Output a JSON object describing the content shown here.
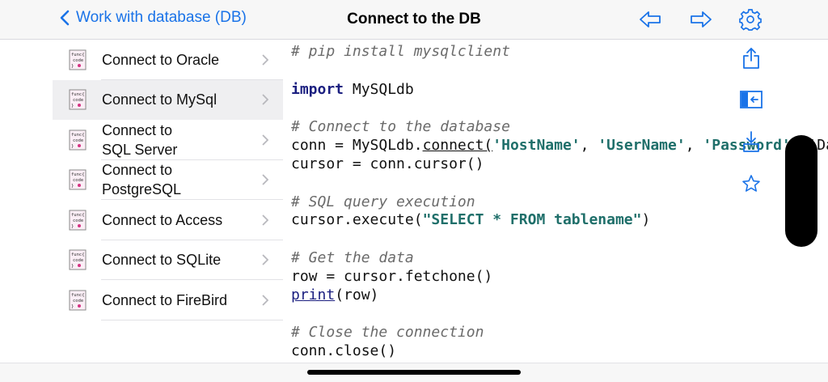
{
  "colors": {
    "accent": "#1a73e8",
    "keyword": "#1b1f80",
    "string": "#1f6f6a",
    "comment": "#6b6b6b",
    "selected_bg": "#efeff1"
  },
  "navbar": {
    "back_label": "Work with database (DB)",
    "title": "Connect to the DB",
    "icons": [
      "arrow-left-icon",
      "arrow-right-icon",
      "gear-icon"
    ]
  },
  "sidebar": {
    "items": [
      {
        "label": "Connect to Oracle",
        "icon_text": [
          "func{",
          "code",
          "}"
        ],
        "selected": false
      },
      {
        "label": "Connect to MySql",
        "icon_text": [
          "func{",
          "code",
          "}"
        ],
        "selected": true
      },
      {
        "label": "Connect to\nSQL Server",
        "icon_text": [
          "func{",
          "code",
          "}"
        ],
        "selected": false
      },
      {
        "label": "Connect to\nPostgreSQL",
        "icon_text": [
          "func{",
          "code",
          "}"
        ],
        "selected": false
      },
      {
        "label": "Connect to Access",
        "icon_text": [
          "func{",
          "code",
          "}"
        ],
        "selected": false
      },
      {
        "label": "Connect to SQLite",
        "icon_text": [
          "func{",
          "code",
          "}"
        ],
        "selected": false
      },
      {
        "label": "Connect to FireBird",
        "icon_text": [
          "func{",
          "code",
          "}"
        ],
        "selected": false
      }
    ]
  },
  "code": {
    "line1": "# pip install mysqlclient",
    "line2_kw": "import",
    "line2_rest": " MySQLdb",
    "line3": "# Connect to the database",
    "line4_a": "conn = MySQLdb.",
    "line4_fn": "connect(",
    "line4_s1": "'HostName'",
    "line4_sep1": ", ",
    "line4_s2": "'UserName'",
    "line4_sep2": ", ",
    "line4_s3": "'Password'",
    "line4_tail": ", 'Da",
    "line5": "cursor = conn.cursor()",
    "line6": "# SQL query execution",
    "line7_a": "cursor.execute(",
    "line7_s": "\"SELECT * FROM tablename\"",
    "line7_b": ")",
    "line8": "# Get the data",
    "line9": "row = cursor.fetchone()",
    "line10_fn": "print",
    "line10_b": "(row)",
    "line11": "# Close the connection",
    "line12": "conn.close()"
  },
  "side_tools": [
    "share-icon",
    "sidebar-toggle-icon",
    "download-icon",
    "star-icon"
  ]
}
